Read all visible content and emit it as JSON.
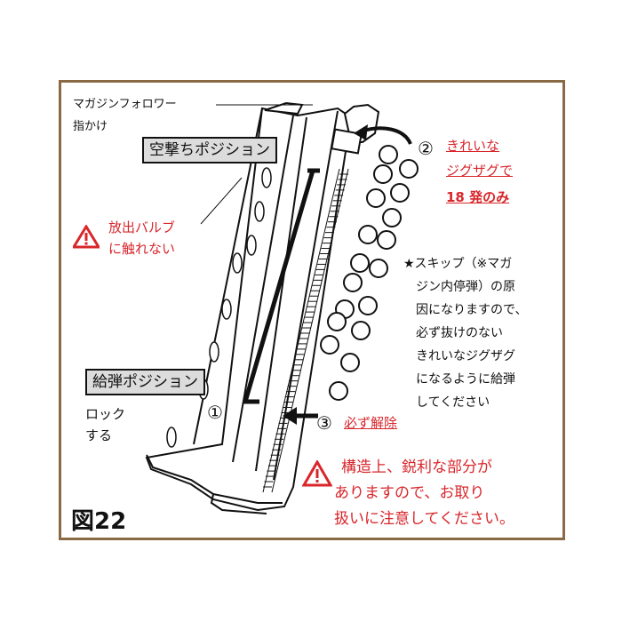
{
  "labels": {
    "follower": "マガジンフォロワー",
    "finger": "指かけ",
    "empty_position": "空撃ちポジション",
    "valve_line1": "放出バルブ",
    "valve_line2": "に触れない",
    "feed_position": "給弾ポジション",
    "lock_line1": "ロック",
    "lock_line2": "する",
    "step1": "①",
    "step2": "②",
    "step3": "③",
    "zigzag_line1": "きれいな",
    "zigzag_line2": "ジグザグで",
    "zigzag_line3": "18 発のみ",
    "release": "必ず解除",
    "note": [
      "★スキップ（※マガ",
      "ジン内停弾）の原",
      "因になりますので、",
      "必ず抜けのない",
      "きれいなジグザグ",
      "になるように給弾",
      "してください"
    ],
    "caution": [
      "構造上、鋭利な部分が",
      "ありますので、お取り",
      "扱いに注意してください。"
    ],
    "figure": "図22"
  },
  "colors": {
    "frame": "#8a6a44",
    "accent_red": "#d8262b",
    "label_bg": "#dcdcdc"
  },
  "icons": [
    "warning-icon",
    "arrow-icon"
  ]
}
